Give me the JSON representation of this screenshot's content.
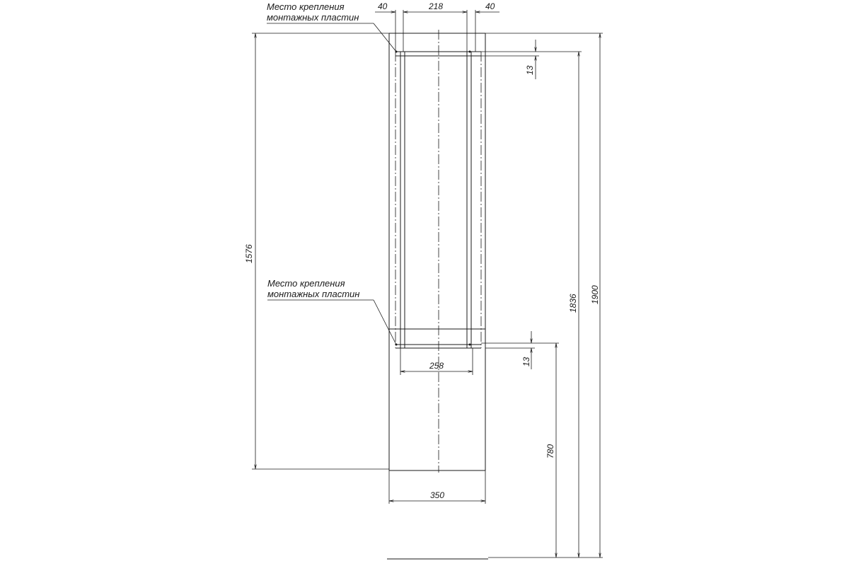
{
  "callouts": {
    "top_line1": "Место крепления",
    "top_line2": "монтажных пластин",
    "mid_line1": "Место крепления",
    "mid_line2": "монтажных пластин"
  },
  "dimensions": {
    "left_offset": "40",
    "rail_spacing": "218",
    "right_offset": "40",
    "top_plate_height": "13",
    "bottom_plate_height": "13",
    "body_height": "1576",
    "plate_span_height": "1836",
    "total_height": "1900",
    "bottom_rail_width": "258",
    "mount_height": "780",
    "cabinet_width": "350"
  }
}
